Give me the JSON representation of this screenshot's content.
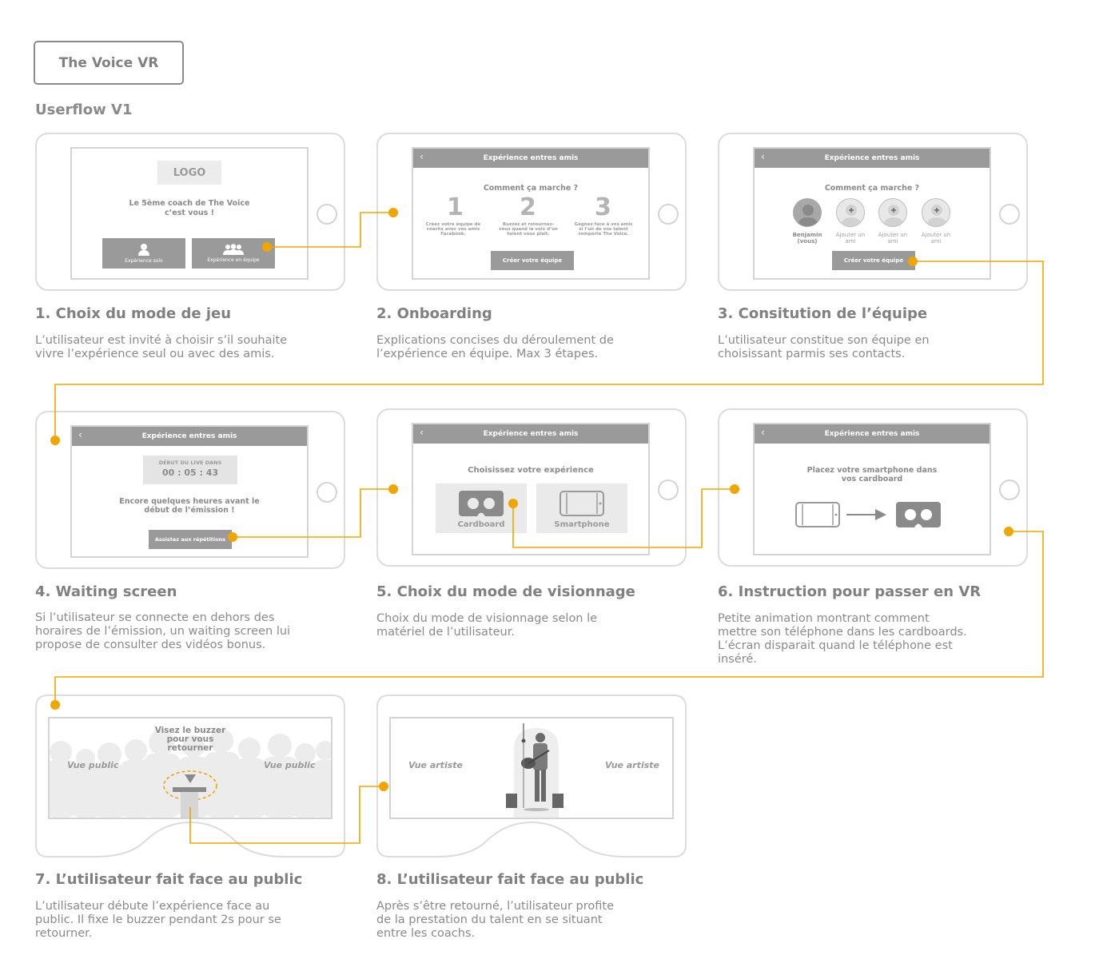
{
  "header": {
    "title": "The Voice VR",
    "subtitle": "Userflow V1"
  },
  "steps": [
    {
      "title": "1. Choix du mode de jeu",
      "desc": [
        "L’utilisateur est invité à choisir s’il souhaite",
        "vivre l’expérience seul ou avec des amis."
      ],
      "screen": {
        "logo": "LOGO",
        "message": [
          "Le 5ème coach de The Voice",
          "c’est vous !"
        ],
        "btn_solo": "Expérience solo",
        "btn_team": "Expérience en équipe"
      }
    },
    {
      "title": "2. Onboarding",
      "desc": [
        "Explications concises du déroulement de",
        "l’expérience en équipe. Max 3 étapes."
      ],
      "screen": {
        "header": "Expérience entres amis",
        "heading": "Comment ça marche ?",
        "items": [
          {
            "num": "1",
            "text": [
              "Créez votre équipe de",
              "coachs avec vos amis",
              "Facebook."
            ]
          },
          {
            "num": "2",
            "text": [
              "Buzzez et retournez-",
              "vous quand la voix d’un",
              "talent vous plaît."
            ]
          },
          {
            "num": "3",
            "text": [
              "Gagnez face à vos amis",
              "si l’un de vos talent",
              "remporte The Voice."
            ]
          }
        ],
        "button": "Créer votre équipe"
      }
    },
    {
      "title": "3. Consitution de l’équipe",
      "desc": [
        "L’utilisateur constitue son équipe en",
        "choisissant parmis ses contacts."
      ],
      "screen": {
        "header": "Expérience entres amis",
        "heading": "Comment ça marche ?",
        "members": [
          {
            "label": [
              "Benjamin",
              "(vous)"
            ]
          },
          {
            "label": [
              "Ajouter un",
              "ami"
            ]
          },
          {
            "label": [
              "Ajouter un",
              "ami"
            ]
          },
          {
            "label": [
              "Ajouter un",
              "ami"
            ]
          }
        ],
        "button": "Créer votre équipe"
      }
    },
    {
      "title": "4. Waiting screen",
      "desc": [
        "Si l’utilisateur se connecte en dehors des",
        "horaires de l’émission, un waiting screen lui",
        "propose de consulter des vidéos bonus."
      ],
      "screen": {
        "header": "Expérience entres amis",
        "countdown_label": "DÉBUT DU LIVE DANS",
        "countdown": "00 : 05 : 43",
        "message": [
          "Encore quelques heures avant le",
          "début de l’émission !"
        ],
        "button": "Assistez aux répétitions"
      }
    },
    {
      "title": "5. Choix du mode de visionnage",
      "desc": [
        "Choix du mode de visionnage selon le",
        "matériel de l’utilisateur."
      ],
      "screen": {
        "header": "Expérience entres amis",
        "heading": "Choisissez votre expérience",
        "opt1": "Cardboard",
        "opt2": "Smartphone"
      }
    },
    {
      "title": "6. Instruction pour passer en VR",
      "desc": [
        "Petite animation montrant comment",
        "mettre son téléphone dans les cardboards.",
        "L’écran disparait quand le téléphone est",
        "inséré."
      ],
      "screen": {
        "header": "Expérience entres amis",
        "message": [
          "Placez votre smartphone dans",
          "vos cardboard"
        ]
      }
    },
    {
      "title": "7. L’utilisateur fait face au public",
      "desc": [
        "L’utilisateur débute l’expérience face au",
        "public. Il fixe le buzzer pendant 2s pour se",
        "retourner."
      ],
      "screen": {
        "instruction": [
          "Visez le buzzer",
          "pour vous",
          "retourner"
        ],
        "left": "Vue public",
        "right": "Vue public"
      }
    },
    {
      "title": "8. L’utilisateur fait face au public",
      "desc": [
        "Après s’être retourné, l’utilisateur profite",
        "de la prestation du talent en se situant",
        "entre les coachs."
      ],
      "screen": {
        "left": "Vue artiste",
        "right": "Vue artiste"
      }
    }
  ],
  "colors": {
    "connector": "#f0a500",
    "gray": "#9a9a9a",
    "frame": "#dcdcdc"
  }
}
